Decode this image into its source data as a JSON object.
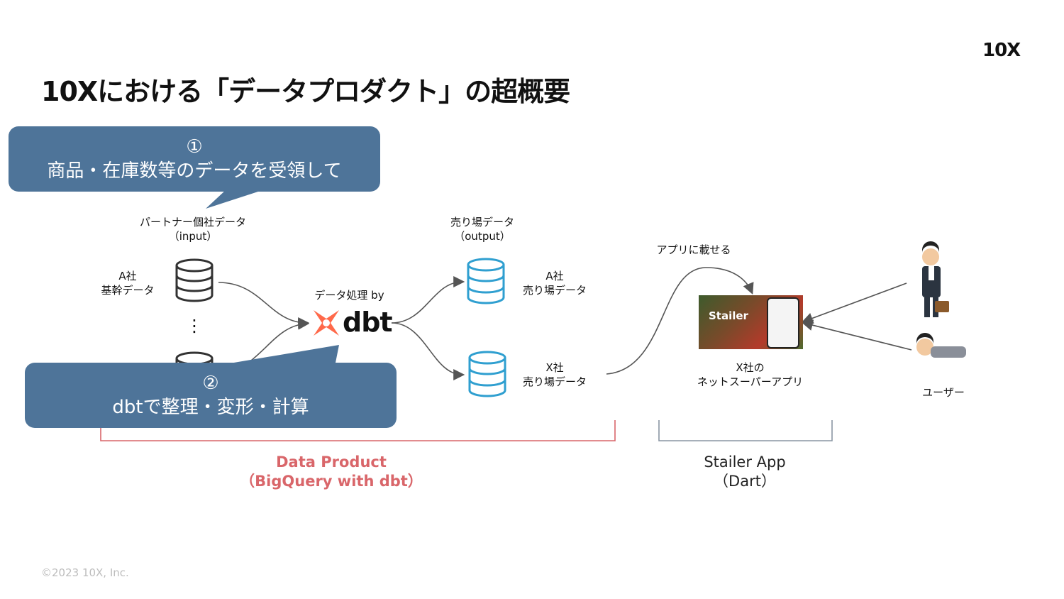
{
  "title": "10Xにおける「データプロダクト」の超概要",
  "logo": "10X",
  "footer": "©2023 10X, Inc.",
  "callout1": {
    "line1": "①",
    "line2": "商品・在庫数等のデータを受領して"
  },
  "callout2": {
    "line1": "②",
    "line2": "dbtで整理・変形・計算"
  },
  "input_header": {
    "line1": "パートナー個社データ",
    "line2": "（input）"
  },
  "output_header": {
    "line1": "売り場データ",
    "line2": "（output）"
  },
  "input_a": {
    "line1": "A社",
    "line2": "基幹データ"
  },
  "input_ellipsis": "⋮",
  "dbt": {
    "label": "データ処理 by",
    "word": "dbt"
  },
  "output_a": {
    "line1": "A社",
    "line2": "売り場データ"
  },
  "output_x": {
    "line1": "X社",
    "line2": "売り場データ"
  },
  "app_arrow_label": "アプリに載せる",
  "app": {
    "name": "Stailer",
    "line1": "X社の",
    "line2": "ネットスーパーアプリ"
  },
  "users_label": "ユーザー",
  "bracket_left": {
    "line1": "Data Product",
    "line2": "（BigQuery with dbt）"
  },
  "bracket_right": {
    "line1": "Stailer App",
    "line2": "（Dart）"
  },
  "colors": {
    "callout": "#4e7499",
    "data_product": "#d9666a",
    "db_output": "#2f9fd0",
    "db_input": "#333333",
    "dbt_orange": "#ff694a"
  }
}
